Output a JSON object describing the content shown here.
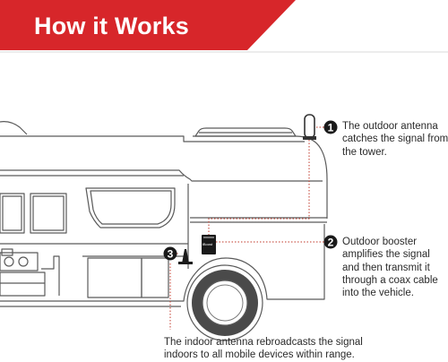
{
  "banner": {
    "title": "How it Works",
    "color": "#d7262a"
  },
  "callouts": [
    {
      "number": "1",
      "lines": [
        "The outdoor antenna",
        "catches the signal from",
        "the tower."
      ]
    },
    {
      "number": "2",
      "lines": [
        "Outdoor booster",
        "amplifies the signal",
        "and then transmit it",
        "through a coax cable",
        "into the vehicle."
      ]
    },
    {
      "number": "3",
      "lines": [
        "The indoor antenna rebroadcasts the signal",
        "indoors to all mobile devices within range."
      ]
    }
  ],
  "device": {
    "brand_mark": "iBoost"
  },
  "colors": {
    "outline": "#555555",
    "leader": "#c0392b",
    "marker": "#1a1a1a",
    "text": "#2a2a2a"
  }
}
